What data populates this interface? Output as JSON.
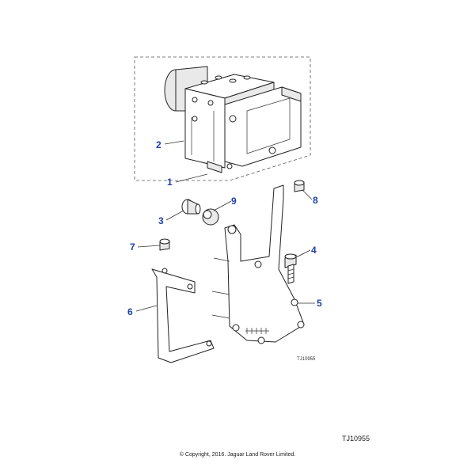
{
  "callouts": {
    "c1": "1",
    "c2": "2",
    "c3": "3",
    "c4": "4",
    "c5": "5",
    "c6": "6",
    "c7": "7",
    "c8": "8",
    "c9": "9"
  },
  "drawing_reference": "TJ10955",
  "copyright": "© Copyright, 2016. Jaguar Land Rover Limited.",
  "colors": {
    "callout": "#1f3fa8",
    "line": "#222222"
  }
}
